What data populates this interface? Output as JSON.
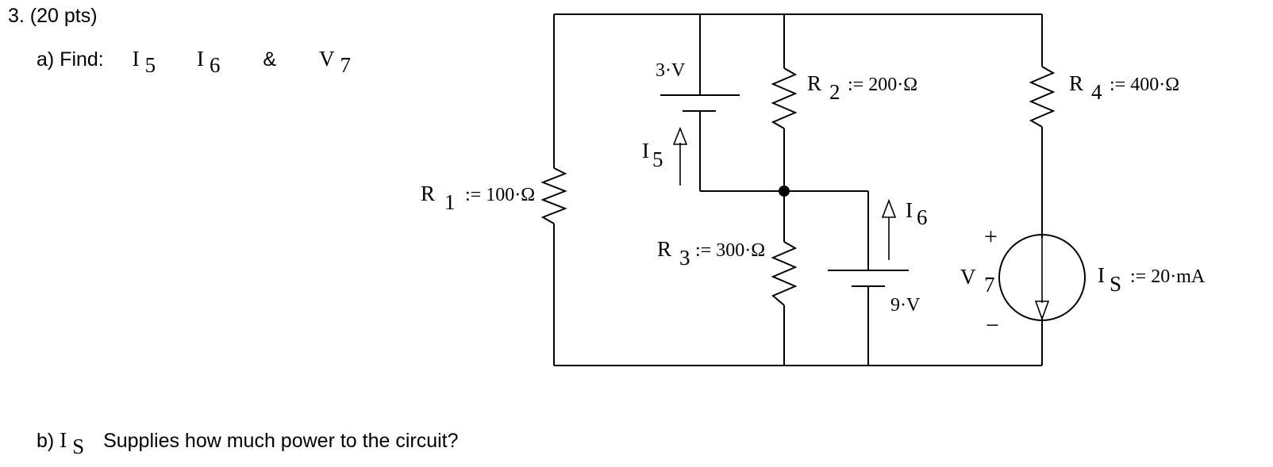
{
  "question": {
    "number": "3. (20 pts)",
    "part_a": {
      "prefix": "a) Find:",
      "unknowns": [
        {
          "symbol": "I",
          "sub": "5"
        },
        {
          "symbol": "I",
          "sub": "6"
        },
        {
          "symbol": "V",
          "sub": "7"
        }
      ],
      "ampersand": "&"
    },
    "part_b": {
      "prefix": "b)",
      "symbol": "I",
      "sub": "S",
      "text": "Supplies how much power to the circuit?"
    }
  },
  "circuit": {
    "R1": {
      "symbol": "R",
      "sub": "1",
      "value": ":= 100·Ω"
    },
    "R2": {
      "symbol": "R",
      "sub": "2",
      "value": ":= 200·Ω"
    },
    "R3": {
      "symbol": "R",
      "sub": "3",
      "value": ":= 300·Ω"
    },
    "R4": {
      "symbol": "R",
      "sub": "4",
      "value": ":= 400·Ω"
    },
    "battery_top": {
      "value": "3·V"
    },
    "battery_bottom": {
      "value": "9·V"
    },
    "I5": {
      "symbol": "I",
      "sub": "5"
    },
    "I6": {
      "symbol": "I",
      "sub": "6"
    },
    "V7": {
      "symbol": "V",
      "sub": "7",
      "plus": "+",
      "minus": "−"
    },
    "IS": {
      "symbol": "I",
      "sub": "S",
      "value": ":= 20·mA"
    }
  }
}
